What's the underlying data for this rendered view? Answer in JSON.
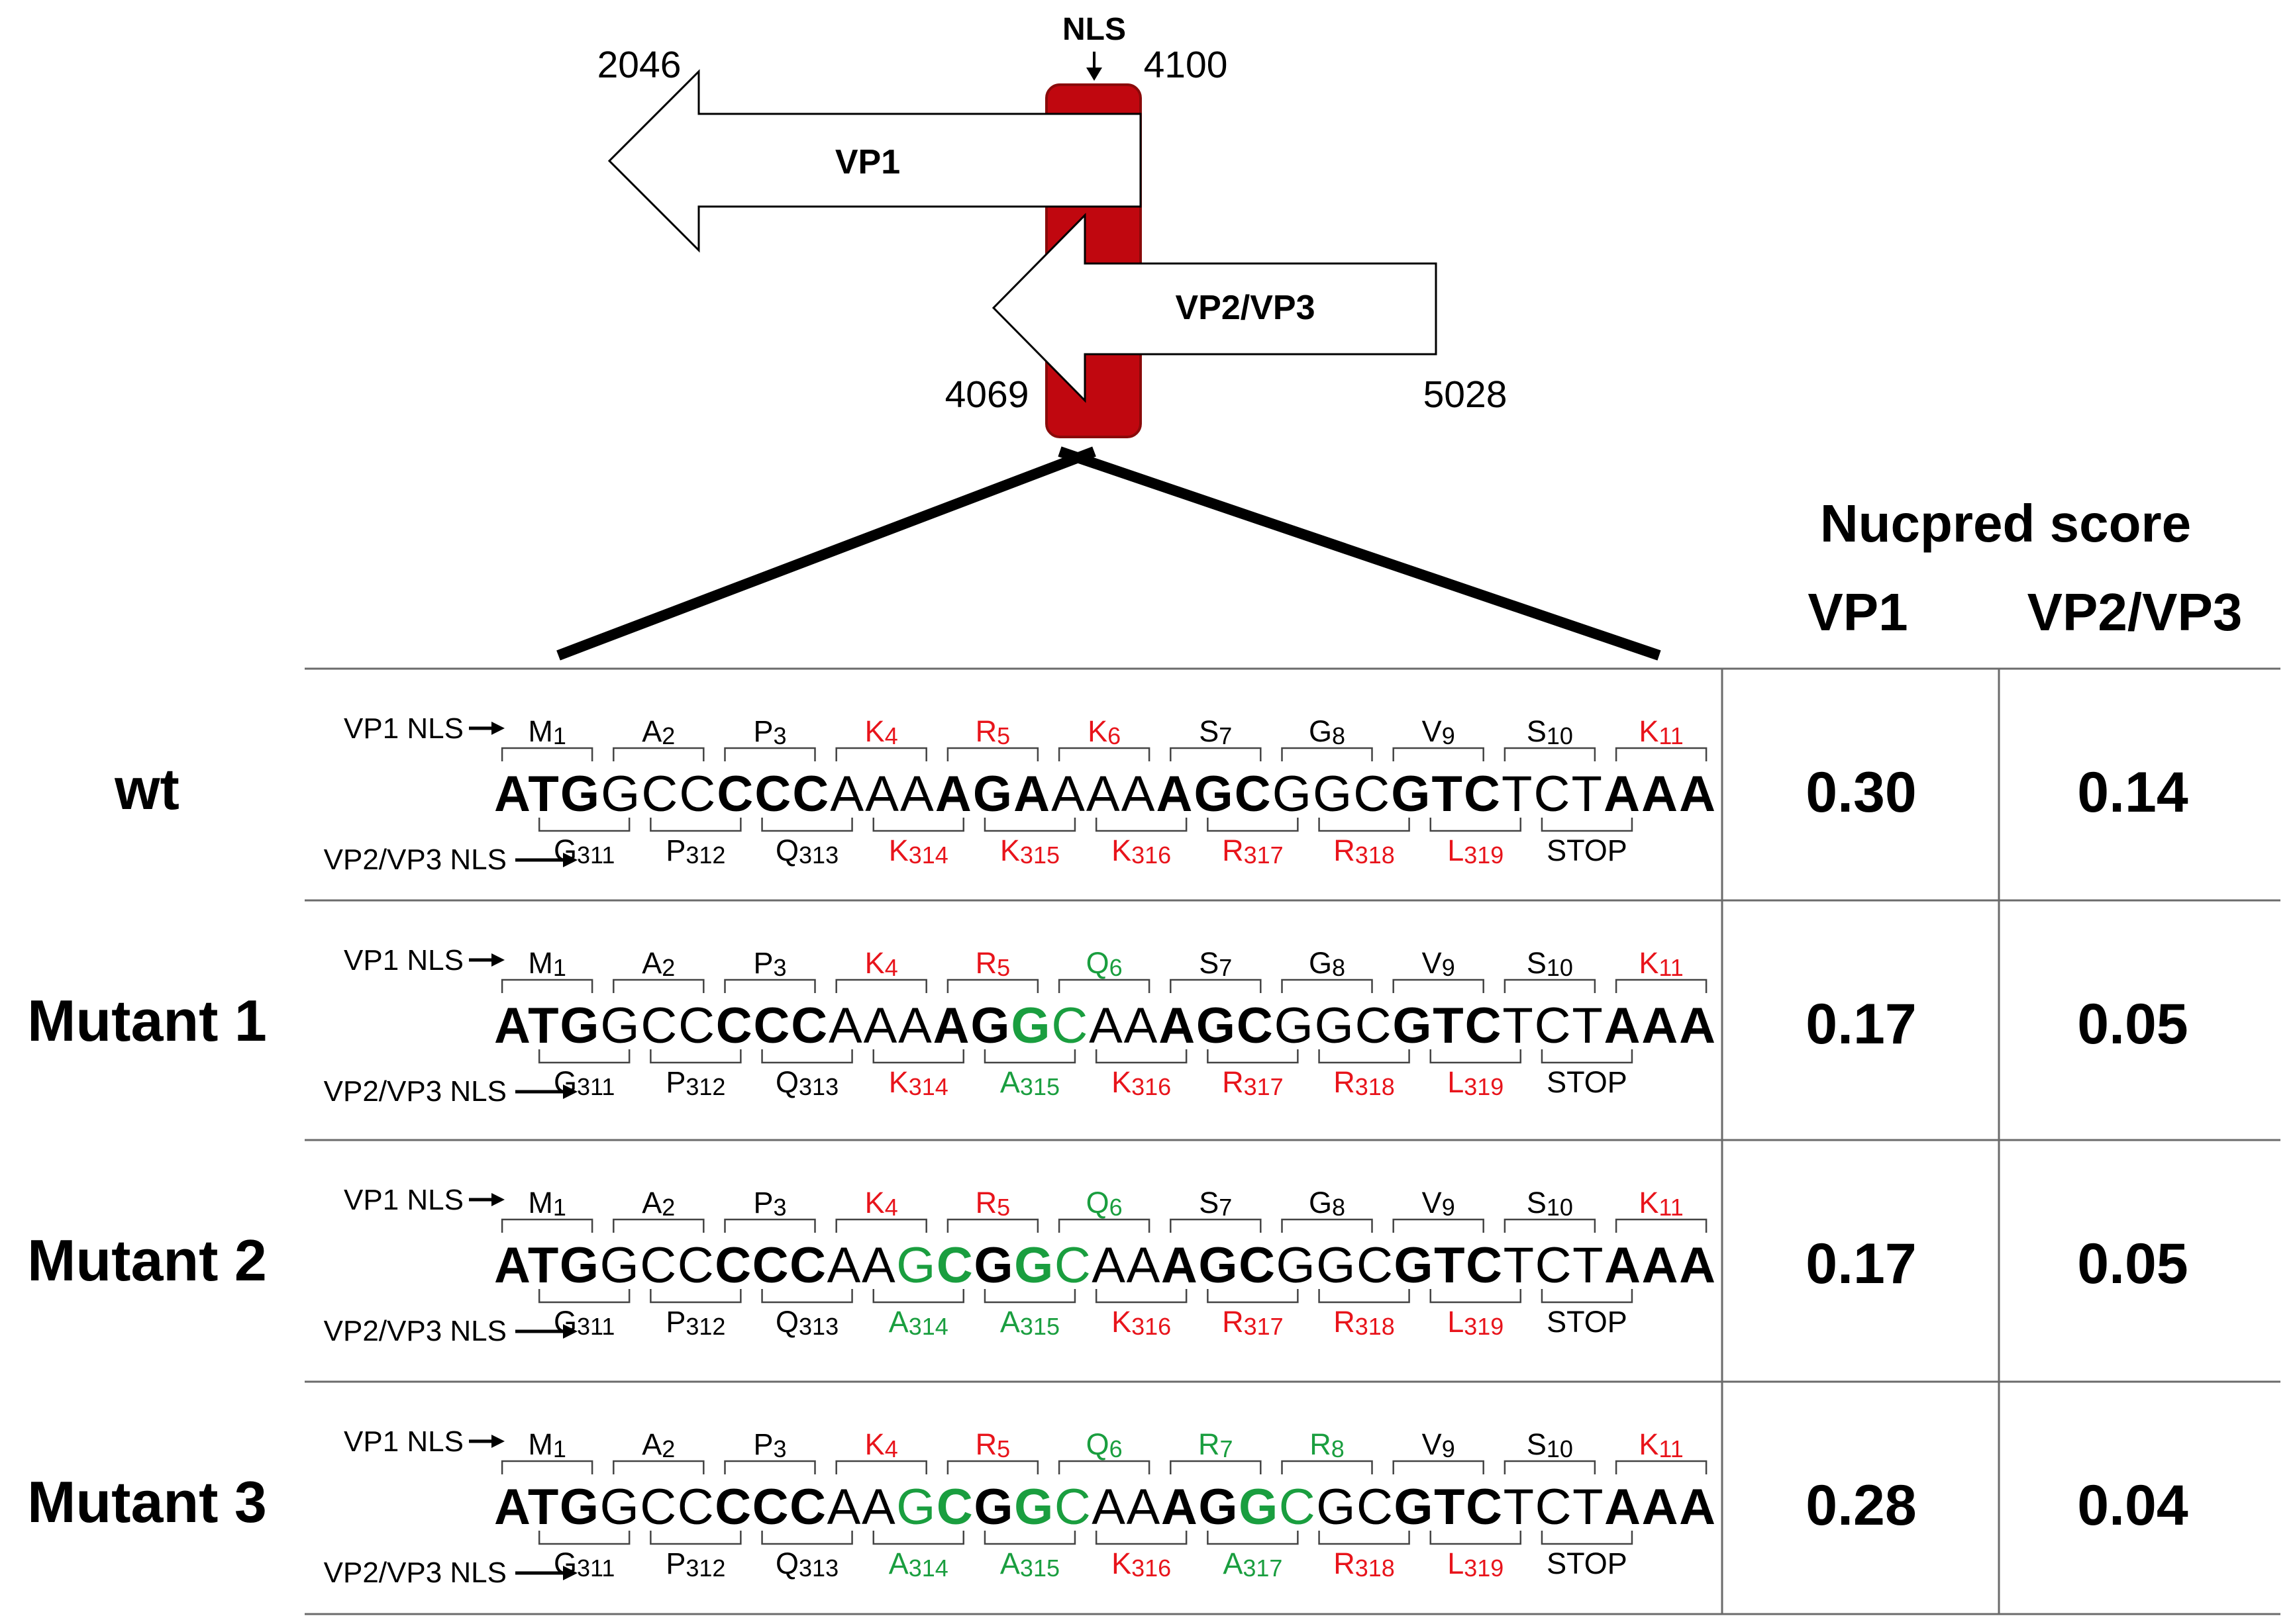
{
  "figure": {
    "nls_label": "NLS",
    "vp1_label": "VP1",
    "vp2vp3_label": "VP2/VP3",
    "pos_vp1_end": "2046",
    "pos_vp1_start": "4100",
    "pos_vp2_start": "4069",
    "pos_vp2_end": "5028"
  },
  "colors": {
    "red": "#e8141b",
    "green": "#1a9e3f",
    "nls_box": "#c0070f",
    "nls_box_dark": "#8a0a0a"
  },
  "table": {
    "header_title": "Nucpred score",
    "col_vp1": "VP1",
    "col_vp2vp3": "VP2/VP3",
    "vp1_nls_label": "VP1 NLS",
    "vp2_nls_label": "VP2/VP3 NLS",
    "rows": [
      {
        "name": "wt",
        "vp1_score": "0.30",
        "vp2_score": "0.14",
        "top_aa": [
          [
            "M",
            "1",
            "k"
          ],
          [
            "A",
            "2",
            "k"
          ],
          [
            "P",
            "3",
            "k"
          ],
          [
            "K",
            "4",
            "r"
          ],
          [
            "R",
            "5",
            "r"
          ],
          [
            "K",
            "6",
            "r"
          ],
          [
            "S",
            "7",
            "k"
          ],
          [
            "G",
            "8",
            "k"
          ],
          [
            "V",
            "9",
            "k"
          ],
          [
            "S",
            "10",
            "k"
          ],
          [
            "K",
            "11",
            "r"
          ]
        ],
        "codons": [
          [
            [
              "ATG",
              "k"
            ]
          ],
          [
            [
              "GCC",
              "k"
            ]
          ],
          [
            [
              "CCC",
              "k"
            ]
          ],
          [
            [
              "AAA",
              "k"
            ]
          ],
          [
            [
              "AGA",
              "k"
            ]
          ],
          [
            [
              "AAA",
              "k"
            ]
          ],
          [
            [
              "AGC",
              "k"
            ]
          ],
          [
            [
              "GGC",
              "k"
            ]
          ],
          [
            [
              "GTC",
              "k"
            ]
          ],
          [
            [
              "TCT",
              "k"
            ]
          ],
          [
            [
              "AAA",
              "k"
            ]
          ]
        ],
        "bot_aa": [
          [
            "G",
            "311",
            "k"
          ],
          [
            "P",
            "312",
            "k"
          ],
          [
            "Q",
            "313",
            "k"
          ],
          [
            "K",
            "314",
            "r"
          ],
          [
            "K",
            "315",
            "r"
          ],
          [
            "K",
            "316",
            "r"
          ],
          [
            "R",
            "317",
            "r"
          ],
          [
            "R",
            "318",
            "r"
          ],
          [
            "L",
            "319",
            "r"
          ],
          [
            "STOP",
            "",
            "k"
          ]
        ]
      },
      {
        "name": "Mutant 1",
        "vp1_score": "0.17",
        "vp2_score": "0.05",
        "top_aa": [
          [
            "M",
            "1",
            "k"
          ],
          [
            "A",
            "2",
            "k"
          ],
          [
            "P",
            "3",
            "k"
          ],
          [
            "K",
            "4",
            "r"
          ],
          [
            "R",
            "5",
            "r"
          ],
          [
            "Q",
            "6",
            "g"
          ],
          [
            "S",
            "7",
            "k"
          ],
          [
            "G",
            "8",
            "k"
          ],
          [
            "V",
            "9",
            "k"
          ],
          [
            "S",
            "10",
            "k"
          ],
          [
            "K",
            "11",
            "r"
          ]
        ],
        "codons": [
          [
            [
              "ATG",
              "k"
            ]
          ],
          [
            [
              "GCC",
              "k"
            ]
          ],
          [
            [
              "CCC",
              "k"
            ]
          ],
          [
            [
              "AAA",
              "k"
            ]
          ],
          [
            [
              "AG",
              "k"
            ],
            [
              "G",
              "g"
            ]
          ],
          [
            [
              "C",
              "g"
            ],
            [
              "AA",
              "k"
            ]
          ],
          [
            [
              "AGC",
              "k"
            ]
          ],
          [
            [
              "GGC",
              "k"
            ]
          ],
          [
            [
              "GTC",
              "k"
            ]
          ],
          [
            [
              "TCT",
              "k"
            ]
          ],
          [
            [
              "AAA",
              "k"
            ]
          ]
        ],
        "bot_aa": [
          [
            "G",
            "311",
            "k"
          ],
          [
            "P",
            "312",
            "k"
          ],
          [
            "Q",
            "313",
            "k"
          ],
          [
            "K",
            "314",
            "r"
          ],
          [
            "A",
            "315",
            "g"
          ],
          [
            "K",
            "316",
            "r"
          ],
          [
            "R",
            "317",
            "r"
          ],
          [
            "R",
            "318",
            "r"
          ],
          [
            "L",
            "319",
            "r"
          ],
          [
            "STOP",
            "",
            "k"
          ]
        ]
      },
      {
        "name": "Mutant 2",
        "vp1_score": "0.17",
        "vp2_score": "0.05",
        "top_aa": [
          [
            "M",
            "1",
            "k"
          ],
          [
            "A",
            "2",
            "k"
          ],
          [
            "P",
            "3",
            "k"
          ],
          [
            "K",
            "4",
            "r"
          ],
          [
            "R",
            "5",
            "r"
          ],
          [
            "Q",
            "6",
            "g"
          ],
          [
            "S",
            "7",
            "k"
          ],
          [
            "G",
            "8",
            "k"
          ],
          [
            "V",
            "9",
            "k"
          ],
          [
            "S",
            "10",
            "k"
          ],
          [
            "K",
            "11",
            "r"
          ]
        ],
        "codons": [
          [
            [
              "ATG",
              "k"
            ]
          ],
          [
            [
              "GCC",
              "k"
            ]
          ],
          [
            [
              "CCC",
              "k"
            ]
          ],
          [
            [
              "AA",
              "k"
            ],
            [
              "G",
              "g"
            ]
          ],
          [
            [
              "C",
              "g"
            ],
            [
              "G",
              "k"
            ],
            [
              "G",
              "g"
            ]
          ],
          [
            [
              "C",
              "g"
            ],
            [
              "AA",
              "k"
            ]
          ],
          [
            [
              "AGC",
              "k"
            ]
          ],
          [
            [
              "GGC",
              "k"
            ]
          ],
          [
            [
              "GTC",
              "k"
            ]
          ],
          [
            [
              "TCT",
              "k"
            ]
          ],
          [
            [
              "AAA",
              "k"
            ]
          ]
        ],
        "bot_aa": [
          [
            "G",
            "311",
            "k"
          ],
          [
            "P",
            "312",
            "k"
          ],
          [
            "Q",
            "313",
            "k"
          ],
          [
            "A",
            "314",
            "g"
          ],
          [
            "A",
            "315",
            "g"
          ],
          [
            "K",
            "316",
            "r"
          ],
          [
            "R",
            "317",
            "r"
          ],
          [
            "R",
            "318",
            "r"
          ],
          [
            "L",
            "319",
            "r"
          ],
          [
            "STOP",
            "",
            "k"
          ]
        ]
      },
      {
        "name": "Mutant 3",
        "vp1_score": "0.28",
        "vp2_score": "0.04",
        "top_aa": [
          [
            "M",
            "1",
            "k"
          ],
          [
            "A",
            "2",
            "k"
          ],
          [
            "P",
            "3",
            "k"
          ],
          [
            "K",
            "4",
            "r"
          ],
          [
            "R",
            "5",
            "r"
          ],
          [
            "Q",
            "6",
            "g"
          ],
          [
            "R",
            "7",
            "g"
          ],
          [
            "R",
            "8",
            "g"
          ],
          [
            "V",
            "9",
            "k"
          ],
          [
            "S",
            "10",
            "k"
          ],
          [
            "K",
            "11",
            "r"
          ]
        ],
        "codons": [
          [
            [
              "ATG",
              "k"
            ]
          ],
          [
            [
              "GCC",
              "k"
            ]
          ],
          [
            [
              "CCC",
              "k"
            ]
          ],
          [
            [
              "AA",
              "k"
            ],
            [
              "G",
              "g"
            ]
          ],
          [
            [
              "C",
              "g"
            ],
            [
              "G",
              "k"
            ],
            [
              "G",
              "g"
            ]
          ],
          [
            [
              "C",
              "g"
            ],
            [
              "AA",
              "k"
            ]
          ],
          [
            [
              "AG",
              "k"
            ],
            [
              "G",
              "g"
            ]
          ],
          [
            [
              "C",
              "g"
            ],
            [
              "GC",
              "k"
            ]
          ],
          [
            [
              "GTC",
              "k"
            ]
          ],
          [
            [
              "TCT",
              "k"
            ]
          ],
          [
            [
              "AAA",
              "k"
            ]
          ]
        ],
        "bot_aa": [
          [
            "G",
            "311",
            "k"
          ],
          [
            "P",
            "312",
            "k"
          ],
          [
            "Q",
            "313",
            "k"
          ],
          [
            "A",
            "314",
            "g"
          ],
          [
            "A",
            "315",
            "g"
          ],
          [
            "K",
            "316",
            "r"
          ],
          [
            "A",
            "317",
            "g"
          ],
          [
            "R",
            "318",
            "r"
          ],
          [
            "L",
            "319",
            "r"
          ],
          [
            "STOP",
            "",
            "k"
          ]
        ]
      }
    ]
  }
}
